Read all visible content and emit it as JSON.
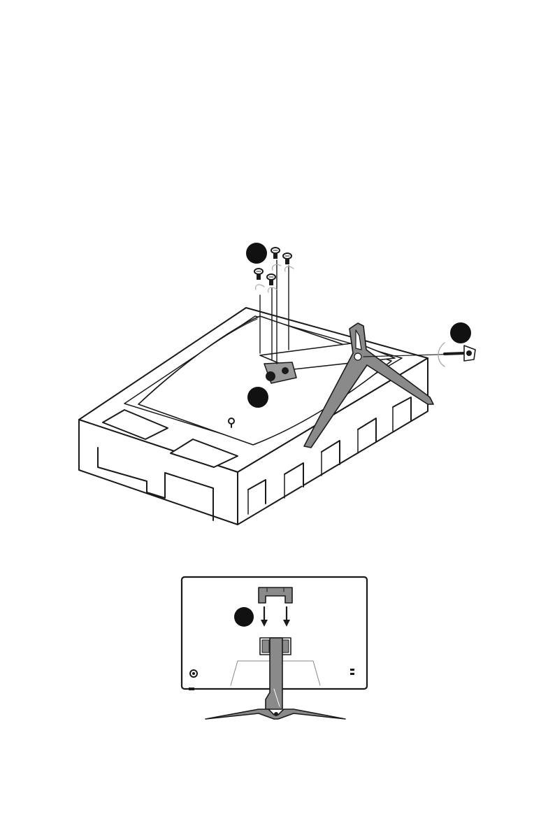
{
  "page": {
    "background": "#ffffff",
    "ink_color": "#1a1a1a",
    "stand_fill": "#8a8a8a",
    "stand_dark": "#5a5a5a",
    "step_marker_color": "#111111"
  },
  "figures": [
    {
      "name": "assembly-on-foam-packaging",
      "parts": [
        "foam-packaging",
        "monitor-rear-panel",
        "stand-neck",
        "stand-base",
        "thumb-screw",
        "mounting-screws"
      ],
      "step_markers": 3,
      "mounting_screw_count": 4
    },
    {
      "name": "monitor-rear-view-bracket-attach",
      "parts": [
        "monitor-back",
        "bracket",
        "stand-neck",
        "stand-base"
      ],
      "step_markers": 1,
      "direction_arrows": 2
    }
  ]
}
